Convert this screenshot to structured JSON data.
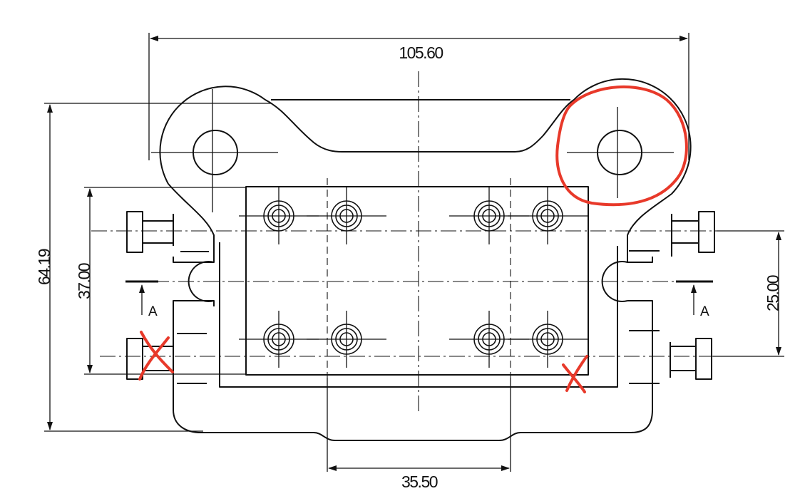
{
  "dimensions": {
    "overall_width": "105.60",
    "overall_height": "64.19",
    "inner_height": "37.00",
    "pin_spacing": "25.00",
    "bottom_width": "35.50"
  },
  "section_labels": {
    "left": "A",
    "right": "A"
  },
  "colors": {
    "line": "#111111",
    "markup": "#e8392a",
    "background": "#ffffff"
  }
}
